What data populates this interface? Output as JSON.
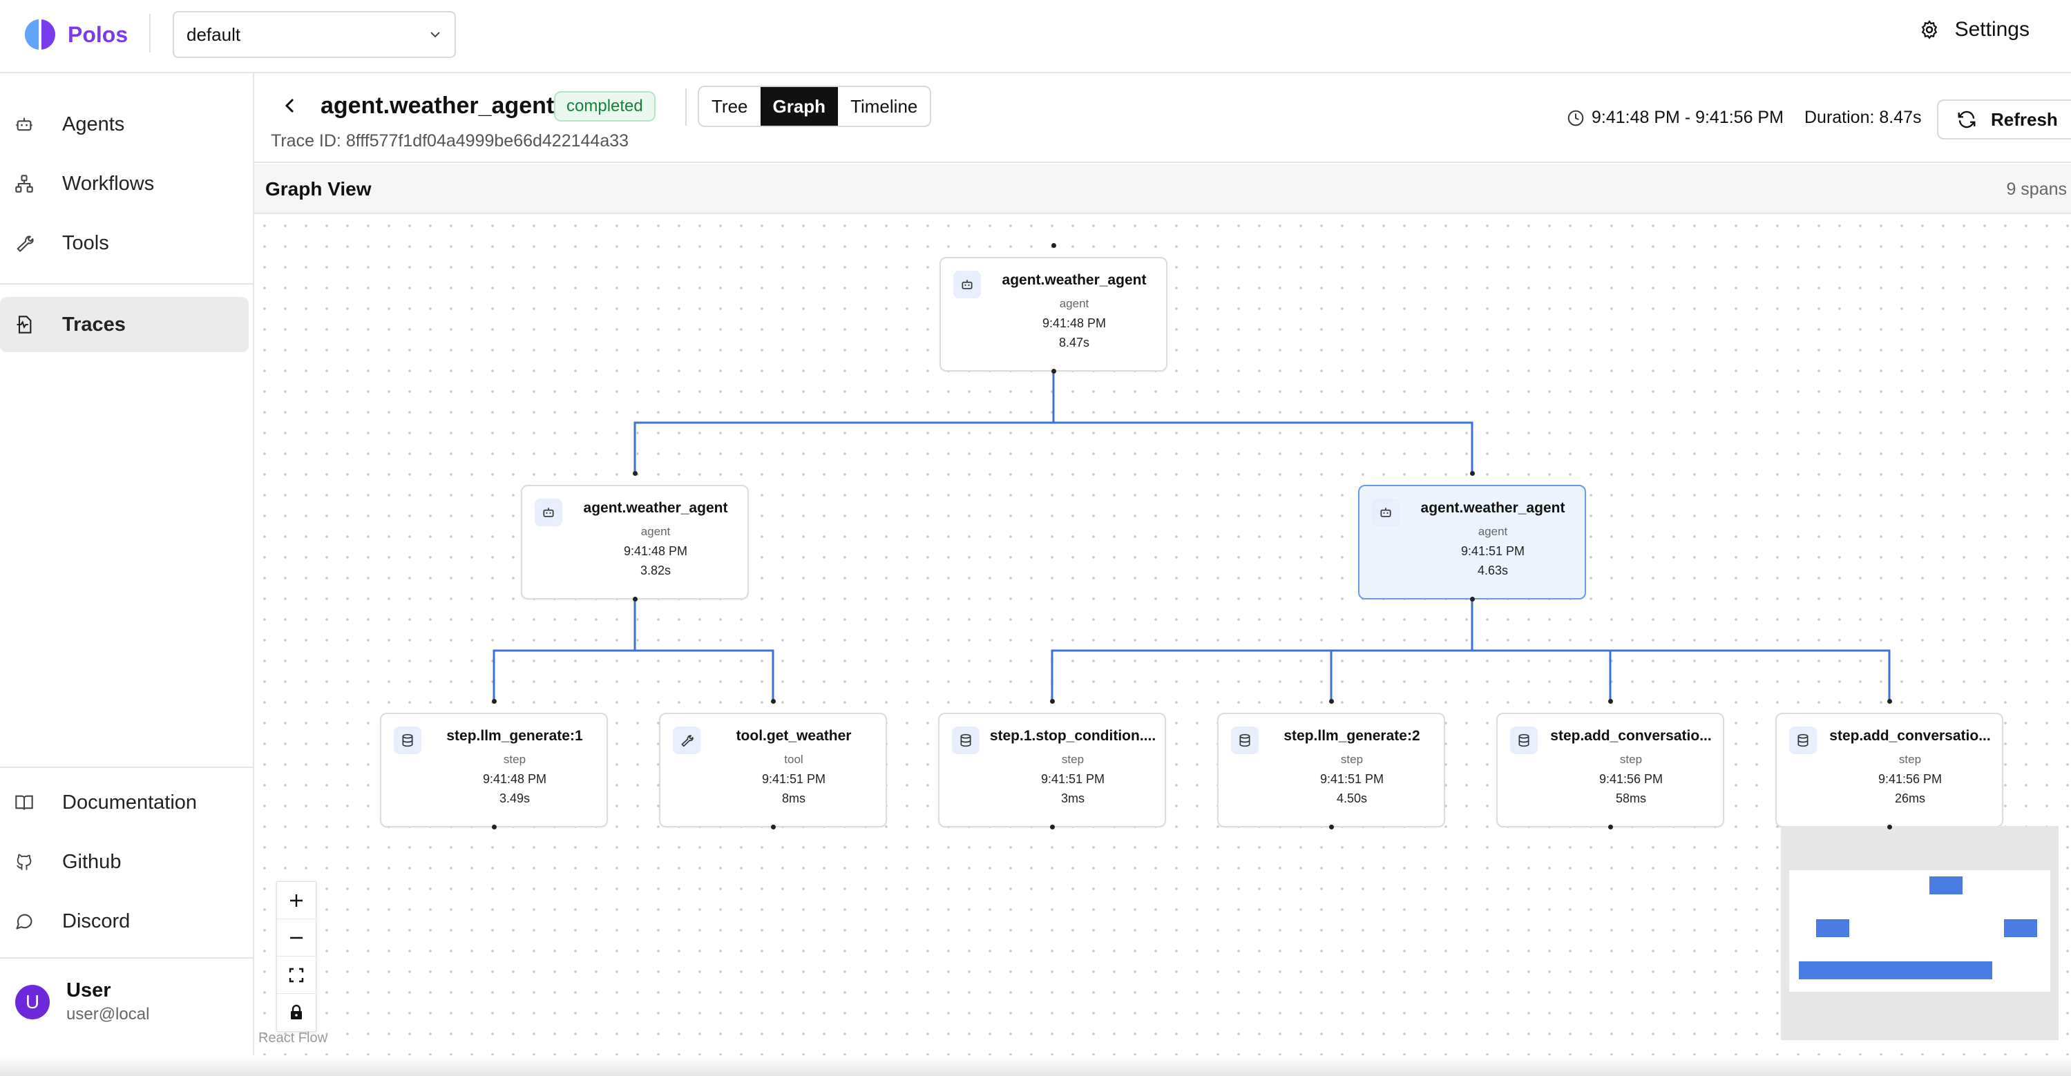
{
  "app": {
    "name": "Polos",
    "brand_color": "#7c3aed"
  },
  "workspace": {
    "selected": "default"
  },
  "header": {
    "settings_label": "Settings"
  },
  "sidebar": {
    "items": [
      {
        "label": "Agents",
        "icon": "robot-icon"
      },
      {
        "label": "Workflows",
        "icon": "workflow-icon"
      },
      {
        "label": "Tools",
        "icon": "wrench-icon"
      },
      {
        "label": "Traces",
        "icon": "traces-icon",
        "active": true
      }
    ],
    "links": [
      {
        "label": "Documentation",
        "icon": "book-icon"
      },
      {
        "label": "Github",
        "icon": "github-icon"
      },
      {
        "label": "Discord",
        "icon": "chat-icon"
      }
    ],
    "user": {
      "initial": "U",
      "name": "User",
      "email": "user@local"
    }
  },
  "trace": {
    "title": "agent.weather_agent",
    "status": "completed",
    "trace_id": "Trace ID: 8fff577f1df04a4999be66d422144a33",
    "views": [
      "Tree",
      "Graph",
      "Timeline"
    ],
    "active_view": "Graph",
    "time_range": "9:41:48 PM - 9:41:56 PM",
    "duration": "Duration: 8.47s",
    "refresh_label": "Refresh"
  },
  "graph": {
    "title": "Graph View",
    "span_count": "9 spans",
    "attribution": "React Flow",
    "nodes": [
      {
        "name": "agent.weather_agent",
        "type": "agent",
        "time": "9:41:48 PM",
        "duration": "8.47s",
        "icon": "robot-icon"
      },
      {
        "name": "agent.weather_agent",
        "type": "agent",
        "time": "9:41:48 PM",
        "duration": "3.82s",
        "icon": "robot-icon"
      },
      {
        "name": "agent.weather_agent",
        "type": "agent",
        "time": "9:41:51 PM",
        "duration": "4.63s",
        "icon": "robot-icon",
        "selected": true
      },
      {
        "name": "step.llm_generate:1",
        "type": "step",
        "time": "9:41:48 PM",
        "duration": "3.49s",
        "icon": "database-icon"
      },
      {
        "name": "tool.get_weather",
        "type": "tool",
        "time": "9:41:51 PM",
        "duration": "8ms",
        "icon": "wrench-icon"
      },
      {
        "name": "step.1.stop_condition....",
        "type": "step",
        "time": "9:41:51 PM",
        "duration": "3ms",
        "icon": "database-icon"
      },
      {
        "name": "step.llm_generate:2",
        "type": "step",
        "time": "9:41:51 PM",
        "duration": "4.50s",
        "icon": "database-icon"
      },
      {
        "name": "step.add_conversatio...",
        "type": "step",
        "time": "9:41:56 PM",
        "duration": "58ms",
        "icon": "database-icon"
      },
      {
        "name": "step.add_conversatio...",
        "type": "step",
        "time": "9:41:56 PM",
        "duration": "26ms",
        "icon": "database-icon"
      }
    ],
    "edges": [
      [
        0,
        1
      ],
      [
        0,
        2
      ],
      [
        1,
        3
      ],
      [
        1,
        4
      ],
      [
        2,
        5
      ],
      [
        2,
        6
      ],
      [
        2,
        7
      ],
      [
        2,
        8
      ]
    ],
    "edge_color": "#3b72d9"
  }
}
